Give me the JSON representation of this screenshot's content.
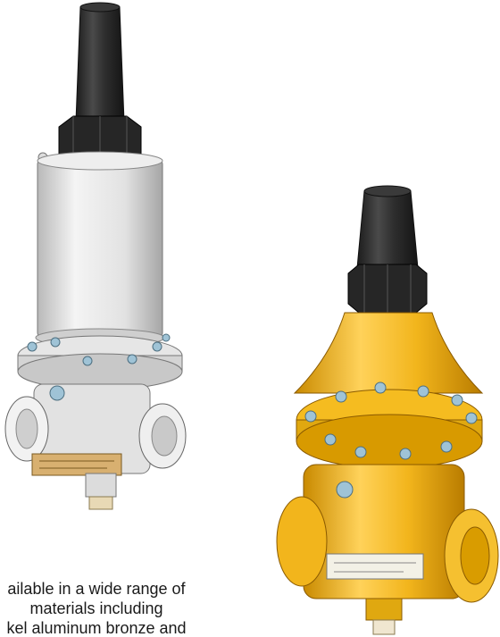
{
  "caption": {
    "line1": "ailable in a wide range of",
    "line2": "materials including",
    "line3": "kel aluminum bronze and"
  },
  "colors": {
    "cap_black": "#2b2b2b",
    "steel": "#d9d9d9",
    "brass": "#f2b51c",
    "bolt": "#9fc3d6"
  },
  "subjects": [
    "stainless-steel-pressure-regulator",
    "bronze-pressure-regulator"
  ]
}
